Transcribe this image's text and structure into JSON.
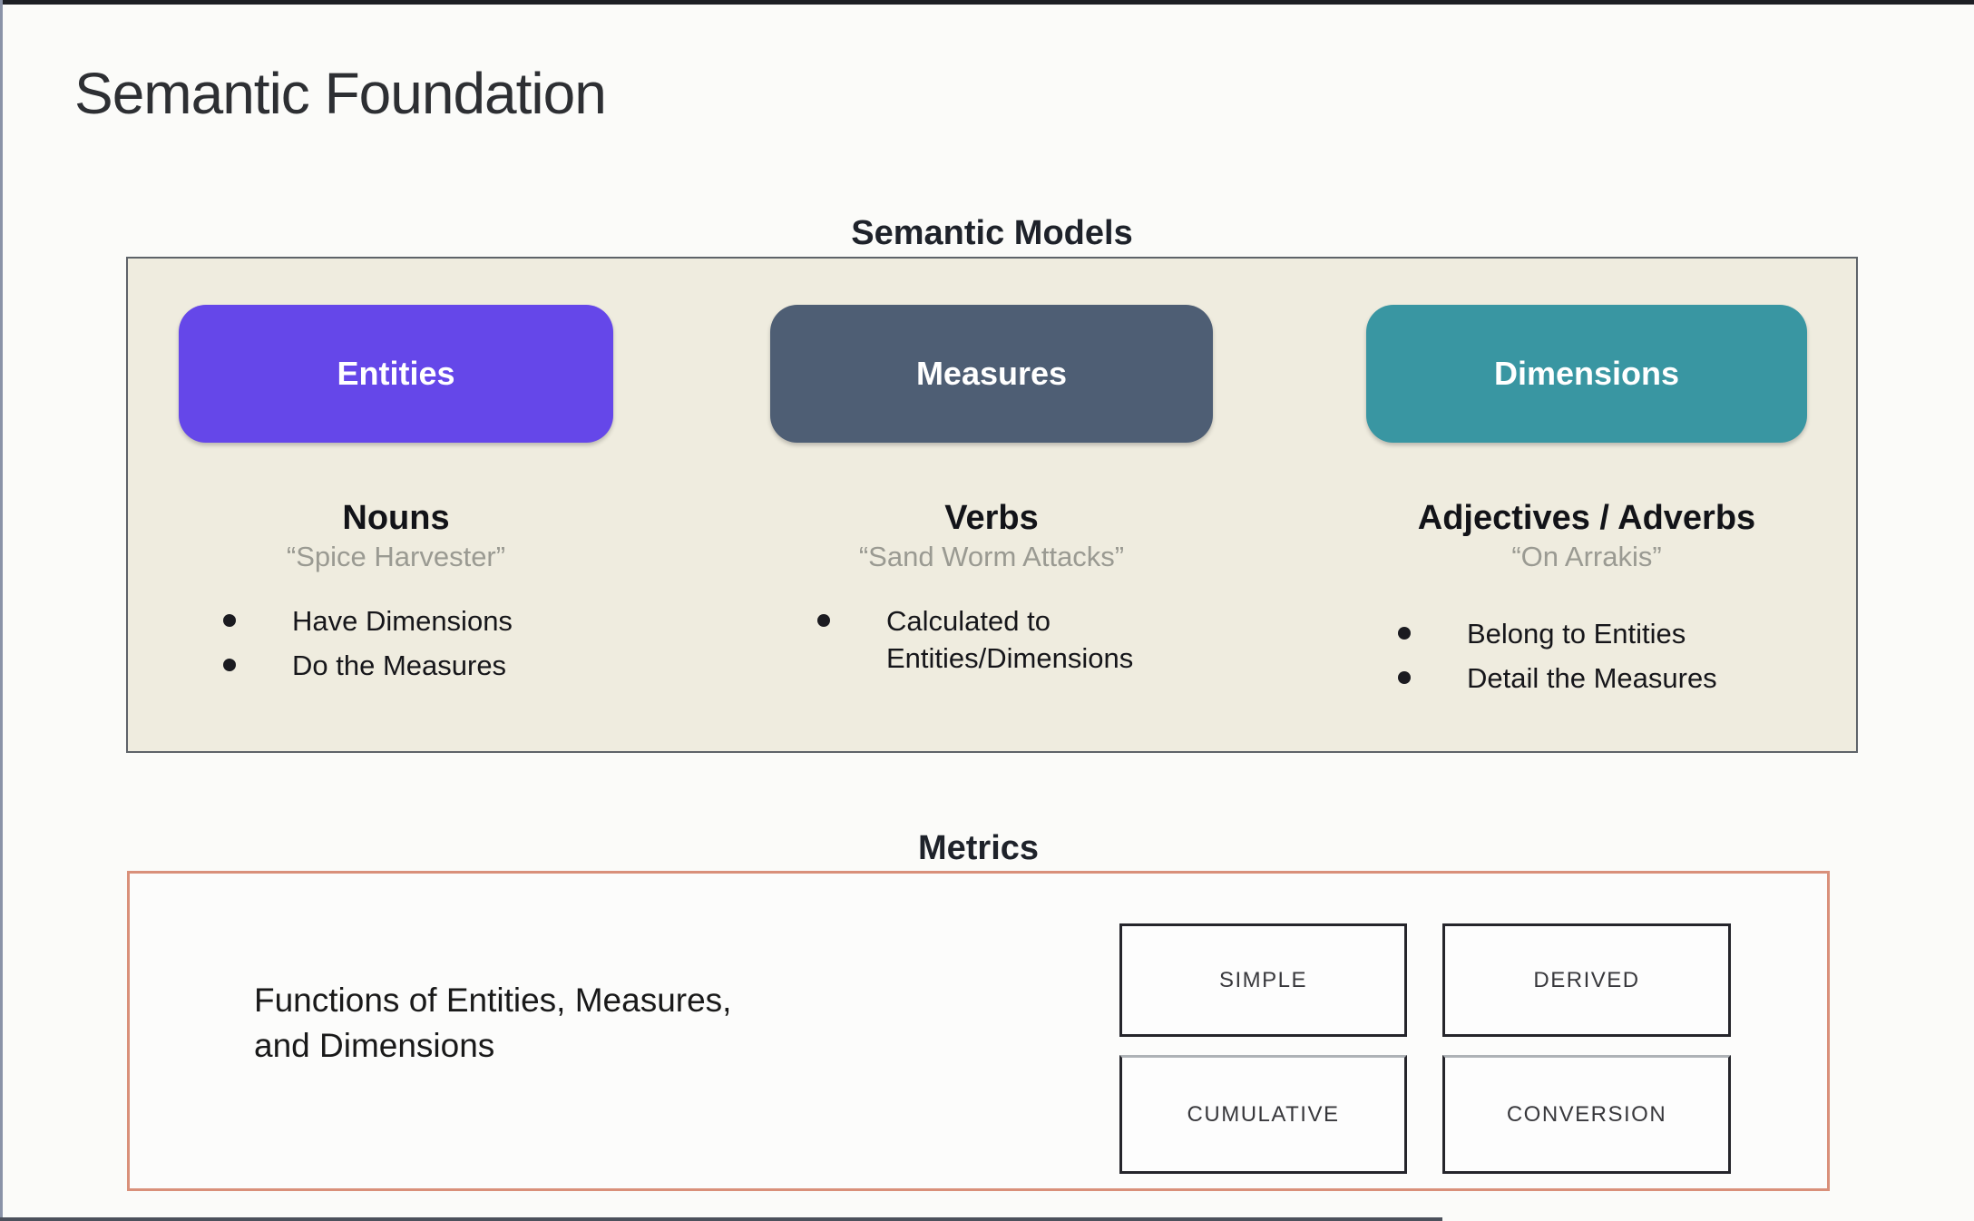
{
  "page": {
    "title": "Semantic Foundation"
  },
  "colors": {
    "entities_pill": "#6547e9",
    "measures_pill": "#4e5e74",
    "dimensions_pill": "#3996a2",
    "models_panel_bg": "#efecdf",
    "metrics_border": "#d9907a"
  },
  "semantic_models": {
    "heading": "Semantic Models",
    "columns": [
      {
        "pill": "Entities",
        "role": "Nouns",
        "example": "“Spice Harvester”",
        "bullets": [
          "Have Dimensions",
          "Do the Measures"
        ]
      },
      {
        "pill": "Measures",
        "role": "Verbs",
        "example": "“Sand Worm Attacks”",
        "bullets": [
          "Calculated to Entities/Dimensions"
        ]
      },
      {
        "pill": "Dimensions",
        "role": "Adjectives / Adverbs",
        "example": "“On Arrakis”",
        "bullets": [
          "Belong to Entities",
          "Detail the Measures"
        ]
      }
    ]
  },
  "metrics": {
    "heading": "Metrics",
    "description_line1": "Functions of Entities, Measures,",
    "description_line2": "and Dimensions",
    "types": [
      "SIMPLE",
      "DERIVED",
      "CUMULATIVE",
      "CONVERSION"
    ]
  }
}
